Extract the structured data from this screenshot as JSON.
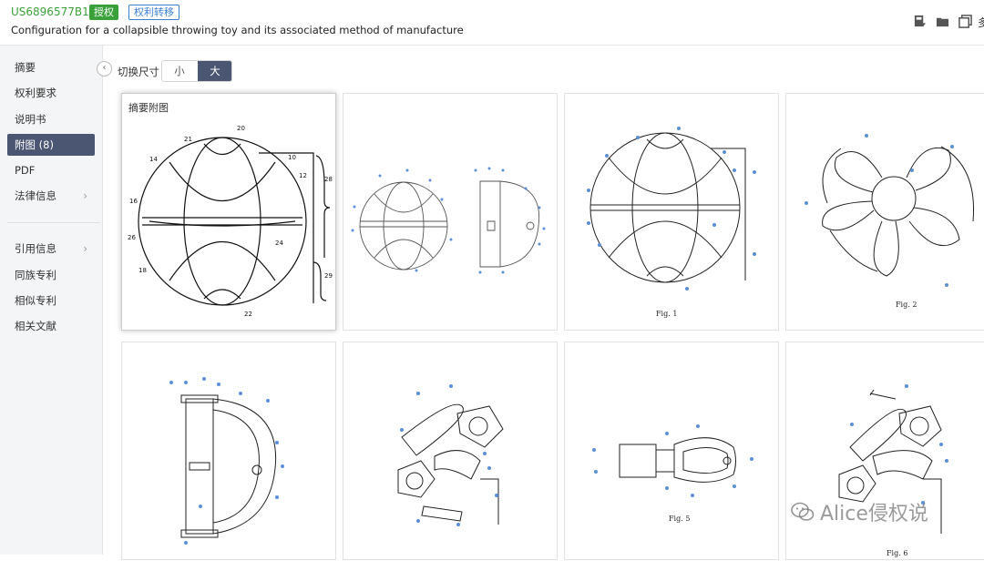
{
  "header": {
    "patent_number": "US6896577B1",
    "status_badge": "授权",
    "transfer_badge": "权利转移",
    "title": "Configuration for a collapsible throwing toy and its associated method of manufacture",
    "more_label": "多"
  },
  "sidebar": {
    "items": [
      {
        "label": "摘要"
      },
      {
        "label": "权利要求"
      },
      {
        "label": "说明书"
      },
      {
        "label": "附图 (8)",
        "active": true
      },
      {
        "label": "PDF"
      },
      {
        "label": "法律信息",
        "chevron": true
      },
      {
        "label": "引用信息",
        "chevron": true
      },
      {
        "label": "同族专利"
      },
      {
        "label": "相似专利"
      },
      {
        "label": "相关文献"
      }
    ]
  },
  "toolbar": {
    "size_label": "切换尺寸",
    "small": "小",
    "large": "大",
    "selected": "大"
  },
  "figures": {
    "abstract_label": "摘要附图",
    "fig1": "Fig. 1",
    "fig2": "Fig. 2",
    "fig5": "Fig. 5",
    "fig6": "Fig. 6",
    "abstract_numbers": [
      "20",
      "21",
      "14",
      "10",
      "12",
      "28",
      "16",
      "26",
      "24",
      "18",
      "29",
      "22"
    ]
  },
  "watermark": {
    "text": "Alice侵权说"
  },
  "colors": {
    "accent_dark": "#4b5673",
    "green": "#3aa13a",
    "blue": "#3b82d6"
  }
}
